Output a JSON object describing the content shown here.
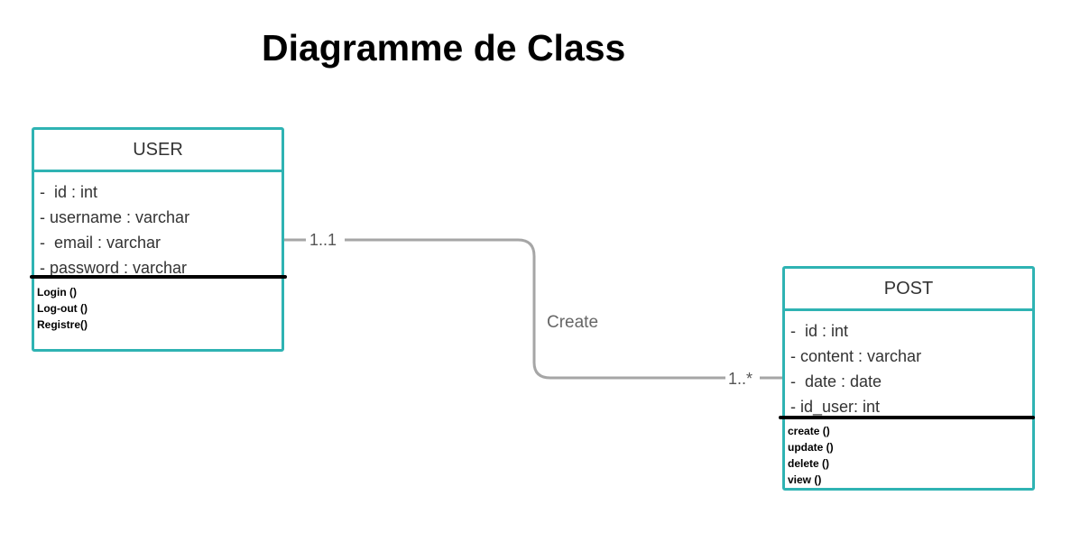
{
  "title": "Diagramme de Class",
  "colors": {
    "class_border": "#2fb3b3",
    "connector": "#a6a6a6",
    "separator": "#000000"
  },
  "classes": {
    "user": {
      "name": "USER",
      "attributes": [
        "-  id : int",
        "- username : varchar",
        "-  email : varchar",
        "- password : varchar"
      ],
      "methods": [
        "Login ()",
        "Log-out ()",
        "Registre()"
      ]
    },
    "post": {
      "name": "POST",
      "attributes": [
        "-  id : int",
        "- content : varchar",
        "-  date : date",
        "- id_user: int"
      ],
      "methods": [
        "create ()",
        "update ()",
        "delete ()",
        "view ()"
      ]
    }
  },
  "association": {
    "label": "Create",
    "source_multiplicity": "1..1",
    "target_multiplicity": "1..*"
  }
}
